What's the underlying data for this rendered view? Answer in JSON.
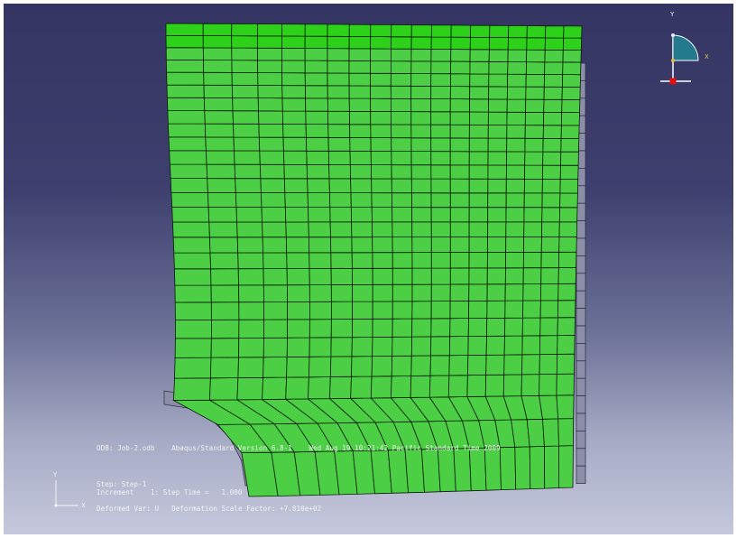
{
  "viewport": {
    "background_top": "#353563",
    "background_bottom": "#c6c9dc"
  },
  "mesh": {
    "fill_color": "#4ccf44",
    "fill_color_top": "#2ed11a",
    "line_color": "#0a1a0a",
    "undeformed_color": "#8c8ea8"
  },
  "view_triad": {
    "y_label": "Y",
    "x_label": "X",
    "quadrant_color": "#237a8c",
    "origin_color": "#dd1010"
  },
  "global_triad": {
    "y_label": "Y",
    "x_label": "X"
  },
  "info": {
    "odb_line": "ODB: Job-2.odb    Abaqus/Standard Version 6.8-1    Wed Aug 19 10:21:42 Pacific Standard Time 2009",
    "step_line": "Step: Step-1",
    "increment_line": "Increment    1: Step Time =   1.000",
    "deformed_line": "Deformed Var: U   Deformation Scale Factor: +7.810e+02"
  }
}
